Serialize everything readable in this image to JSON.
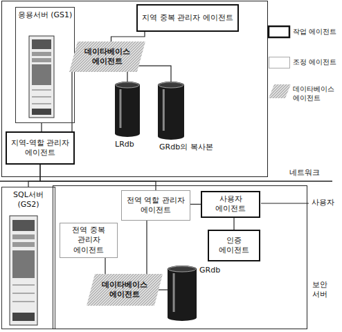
{
  "diagram": {
    "nodes": [
      {
        "text": [
          "응용서버 (GS1)"
        ]
      },
      {
        "text": [
          "지역 중복 관리자 에이전트"
        ]
      },
      {
        "text": [
          "데이타베이스 에이전트"
        ]
      },
      {
        "text": [
          "LRdb"
        ]
      },
      {
        "text": [
          "GRdb의 복사본"
        ]
      },
      {
        "text": [
          "지역-역할 관리자 에이전트"
        ]
      },
      {
        "text": [
          "SQL서버 (GS2)"
        ]
      },
      {
        "text": [
          "보안 서버"
        ]
      },
      {
        "text": [
          "전역 역할 관리자 에이전트"
        ],
        "in": 7
      },
      {
        "text": [
          "사용자 에이전트"
        ],
        "in": 7
      },
      {
        "text": [
          "전역 중복 관리자 에이전트"
        ],
        "in": 7
      },
      {
        "text": [
          "인증 에이전트"
        ],
        "in": 7
      },
      {
        "text": [
          "데이타베이스 에이전트"
        ],
        "in": 7
      },
      {
        "text": [
          "GRdb"
        ],
        "in": 7
      }
    ],
    "edges": [
      {
        "from": 1,
        "to": 2,
        "arrow": "none"
      },
      {
        "from": 2,
        "to": 3,
        "arrow": "none"
      },
      {
        "from": 2,
        "to": 4,
        "arrow": "none"
      },
      {
        "from": 0,
        "to": 5,
        "arrow": "none"
      },
      {
        "from": 2,
        "to": 5,
        "arrow": "none"
      },
      {
        "from": 5,
        "to": 6,
        "arrow": "none"
      },
      {
        "from": 5,
        "to": 8,
        "arrow": "none"
      },
      {
        "from": 8,
        "to": 9,
        "arrow": "none"
      },
      {
        "from": 9,
        "to": 11,
        "arrow": "none"
      },
      {
        "from": 8,
        "to": 12,
        "arrow": "none"
      },
      {
        "from": 10,
        "to": 12,
        "arrow": "none"
      },
      {
        "from": 12,
        "to": 13,
        "arrow": "none"
      }
    ],
    "labels": [
      "네트워크",
      "사용자"
    ],
    "legend": [
      {
        "text": "작업 에이전트"
      },
      {
        "text": "조정 에이전트"
      },
      {
        "text": "데이타베이스 에이전트"
      }
    ]
  }
}
